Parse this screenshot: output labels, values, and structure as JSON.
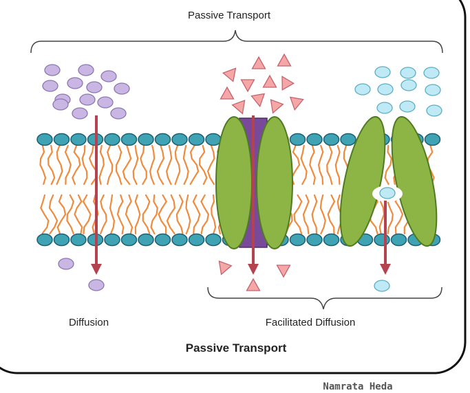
{
  "labels": {
    "top_bracket": "Passive Transport",
    "diffusion": "Diffusion",
    "facilitated": "Facilitated Diffusion",
    "main_title": "Passive Transport",
    "credit": "Namrata Heda"
  },
  "colors": {
    "head": "#3fa3b3",
    "head_stroke": "#1d5f73",
    "tail": "#f08a3c",
    "protein_green": "#8cb545",
    "protein_green_stroke": "#4f7a22",
    "channel_purple": "#7a4a9a",
    "arrow": "#b5424f",
    "purple_molecule": "#c9b6e2",
    "pink_molecule": "#f5a7a7",
    "blue_molecule": "#bfe9f5"
  }
}
